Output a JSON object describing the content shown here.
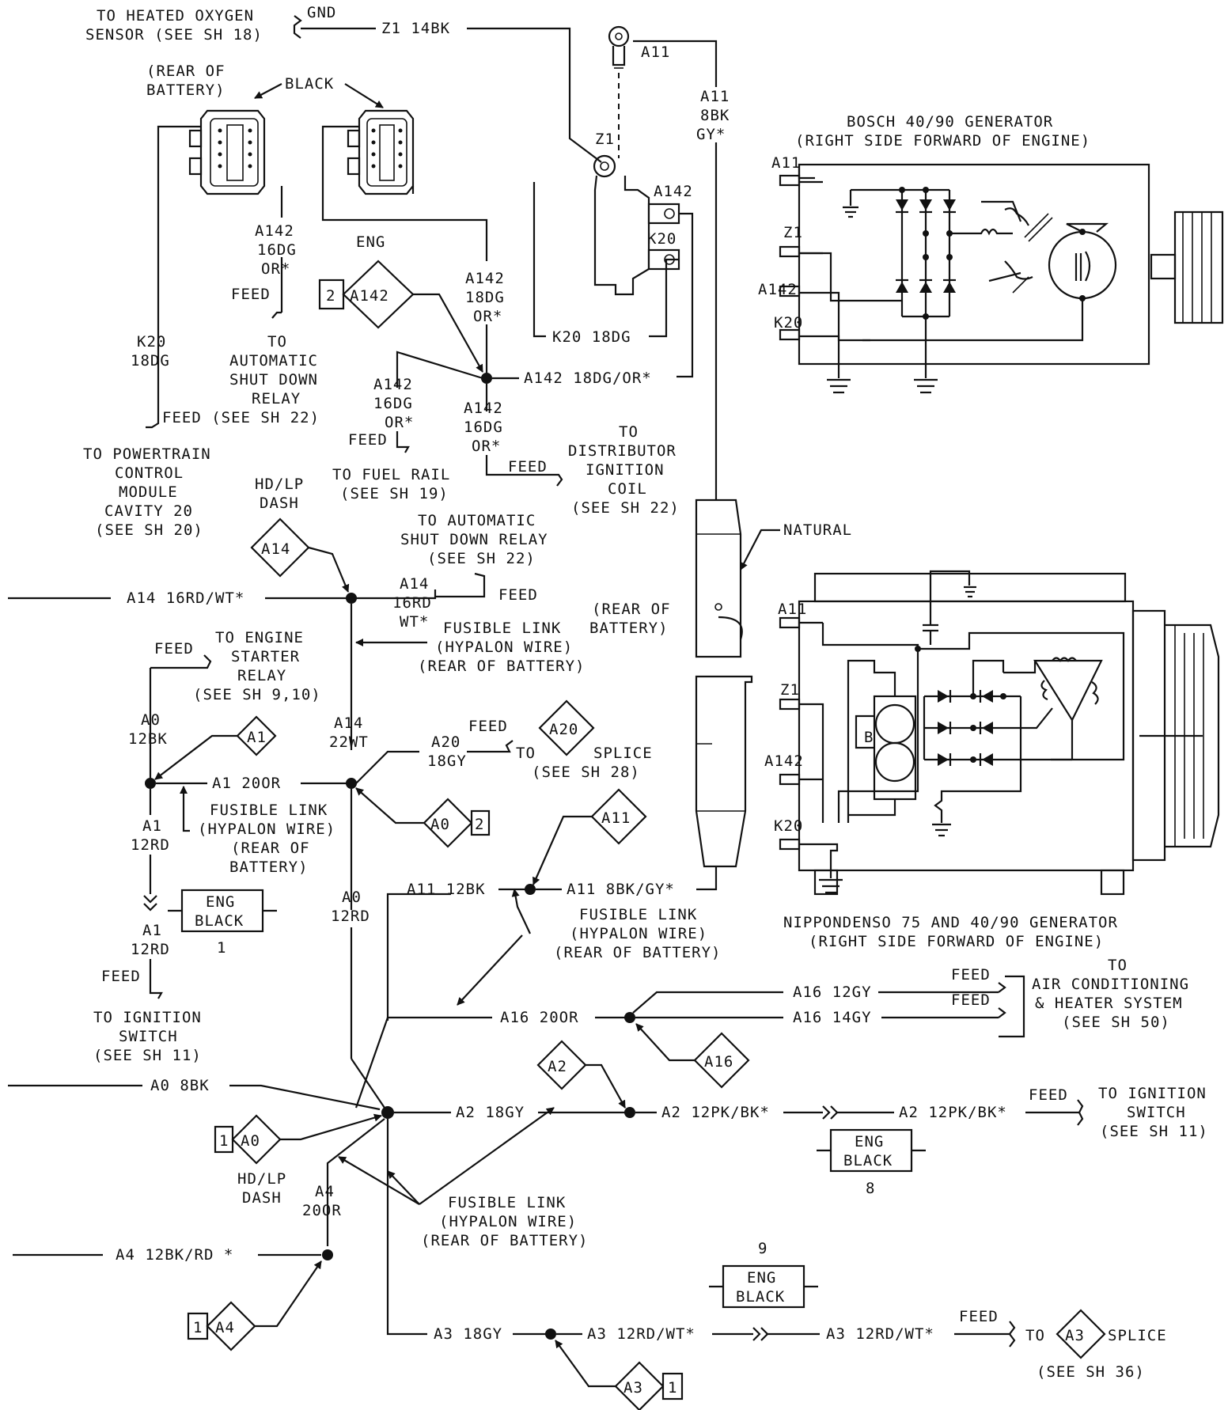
{
  "labels": {
    "heated_o2": [
      "TO HEATED OXYGEN",
      "SENSOR (SEE SH 18)"
    ],
    "gnd": "GND",
    "z1_14bk": "Z1 14BK",
    "rear_of_battery": [
      "(REAR OF",
      "BATTERY)"
    ],
    "black": "BLACK",
    "a11": "A11",
    "a11_8bk_gy": [
      "A11",
      "8BK",
      "GY*"
    ],
    "z1": "Z1",
    "a142": "A142",
    "k20": "K20",
    "eng": "ENG",
    "a142_16dg_or_1": [
      "A142",
      "16DG",
      "OR*"
    ],
    "feed": "FEED",
    "to_asd_relay_1": [
      "TO",
      "AUTOMATIC",
      "SHUT DOWN",
      "RELAY"
    ],
    "see_sh22_feed": "FEED (SEE SH 22)",
    "k20_18dg_v": [
      "K20",
      "18DG"
    ],
    "a142_18dg_or": [
      "A142",
      "18DG",
      "OR*"
    ],
    "k20_18dg": "K20 18DG",
    "a142_18dg_or_h": "A142 18DG/OR*",
    "a142_16dg_or_2": [
      "A142",
      "16DG",
      "OR*"
    ],
    "a142_16dg_or_3": [
      "A142",
      "16DG",
      "OR*"
    ],
    "to_pcm": [
      "TO POWERTRAIN",
      "CONTROL",
      "MODULE",
      "CAVITY 20",
      "(SEE SH 20)"
    ],
    "to_fuel_rail": [
      "TO FUEL RAIL",
      "(SEE SH 19)"
    ],
    "to_dist_coil": [
      "TO",
      "DISTRIBUTOR",
      "IGNITION",
      "COIL",
      "(SEE SH 22)"
    ],
    "hd_lp_dash": [
      "HD/LP",
      "DASH"
    ],
    "to_asd_relay_2": [
      "TO AUTOMATIC",
      "SHUT DOWN RELAY",
      "(SEE SH 22)"
    ],
    "a14_16rd_wt": "A14 16RD/WT*",
    "a14_16rd_wt_v": [
      "A14",
      "16RD",
      "WT*"
    ],
    "fusible_link_1": [
      "FUSIBLE LINK",
      "(HYPALON WIRE)",
      "(REAR OF BATTERY)"
    ],
    "rear_of_battery_2": [
      "(REAR OF",
      "BATTERY)"
    ],
    "natural": "NATURAL",
    "to_starter": [
      "TO ENGINE",
      "STARTER",
      "RELAY",
      "(SEE SH 9,10)"
    ],
    "a0_12bk": [
      "A0",
      "12BK"
    ],
    "a14_22wt": [
      "A14",
      "22WT"
    ],
    "a20_18gy": [
      "A20",
      "18GY"
    ],
    "to_splice_28": [
      "TO",
      "SPLICE",
      "(SEE SH 28)"
    ],
    "a1_20or": "A1 20OR",
    "fusible_link_2": [
      "FUSIBLE LINK",
      "(HYPALON WIRE)",
      "(REAR OF",
      "BATTERY)"
    ],
    "a1_12rd": [
      "A1",
      "12RD"
    ],
    "a0_12rd": [
      "A0",
      "12RD"
    ],
    "a11_12bk": "A11 12BK",
    "a11_8bk_gy_h": "A11 8BK/GY*",
    "fusible_link_3": [
      "FUSIBLE LINK",
      "(HYPALON WIRE)",
      "(REAR OF BATTERY)"
    ],
    "eng_black": [
      "ENG",
      "BLACK"
    ],
    "conn_1": "1",
    "conn_8": "8",
    "conn_9": "9",
    "a1_12rd_2": [
      "A1",
      "12RD"
    ],
    "to_ign_switch_1": [
      "TO IGNITION",
      "SWITCH",
      "(SEE SH 11)"
    ],
    "a16_20or": "A16 20OR",
    "a16_12gy": "A16 12GY",
    "a16_14gy": "A16 14GY",
    "to_ac": [
      "TO",
      "AIR CONDITIONING",
      "& HEATER SYSTEM",
      "(SEE SH 50)"
    ],
    "a0_8bk": "A0 8BK",
    "a2_18gy": "A2 18GY",
    "a2_12pk_bk": "A2 12PK/BK*",
    "to_ign_switch_2": [
      "TO IGNITION",
      "SWITCH",
      "(SEE SH 11)"
    ],
    "a4_20or": [
      "A4",
      "20OR"
    ],
    "fusible_link_4": [
      "FUSIBLE LINK",
      "(HYPALON WIRE)",
      "(REAR OF BATTERY)"
    ],
    "a4_12bk_rd": "A4 12BK/RD *",
    "a3_18gy": "A3 18GY",
    "a3_12rd_wt": "A3 12RD/WT*",
    "to_a3_splice": [
      "TO",
      "SPLICE",
      "(SEE SH 36)"
    ],
    "bosch_title": [
      "BOSCH 40/90 GENERATOR",
      "(RIGHT SIDE FORWARD OF ENGINE)"
    ],
    "nd_title": [
      "NIPPONDENSO 75 AND 40/90 GENERATOR",
      "(RIGHT SIDE FORWARD OF ENGINE)"
    ],
    "b_label": "B"
  },
  "splices": {
    "a142": {
      "id": "A142",
      "num": "2"
    },
    "a14": {
      "id": "A14"
    },
    "a1": {
      "id": "A1"
    },
    "a20": {
      "id": "A20"
    },
    "a0_top": {
      "id": "A0",
      "num": "2"
    },
    "a11": {
      "id": "A11"
    },
    "a16": {
      "id": "A16"
    },
    "a2": {
      "id": "A2"
    },
    "a0_bottom": {
      "id": "A0",
      "num": "1"
    },
    "a4": {
      "id": "A4",
      "num": "1"
    },
    "a3_bottom": {
      "id": "A3",
      "num": "1"
    },
    "a3_right": {
      "id": "A3"
    }
  }
}
